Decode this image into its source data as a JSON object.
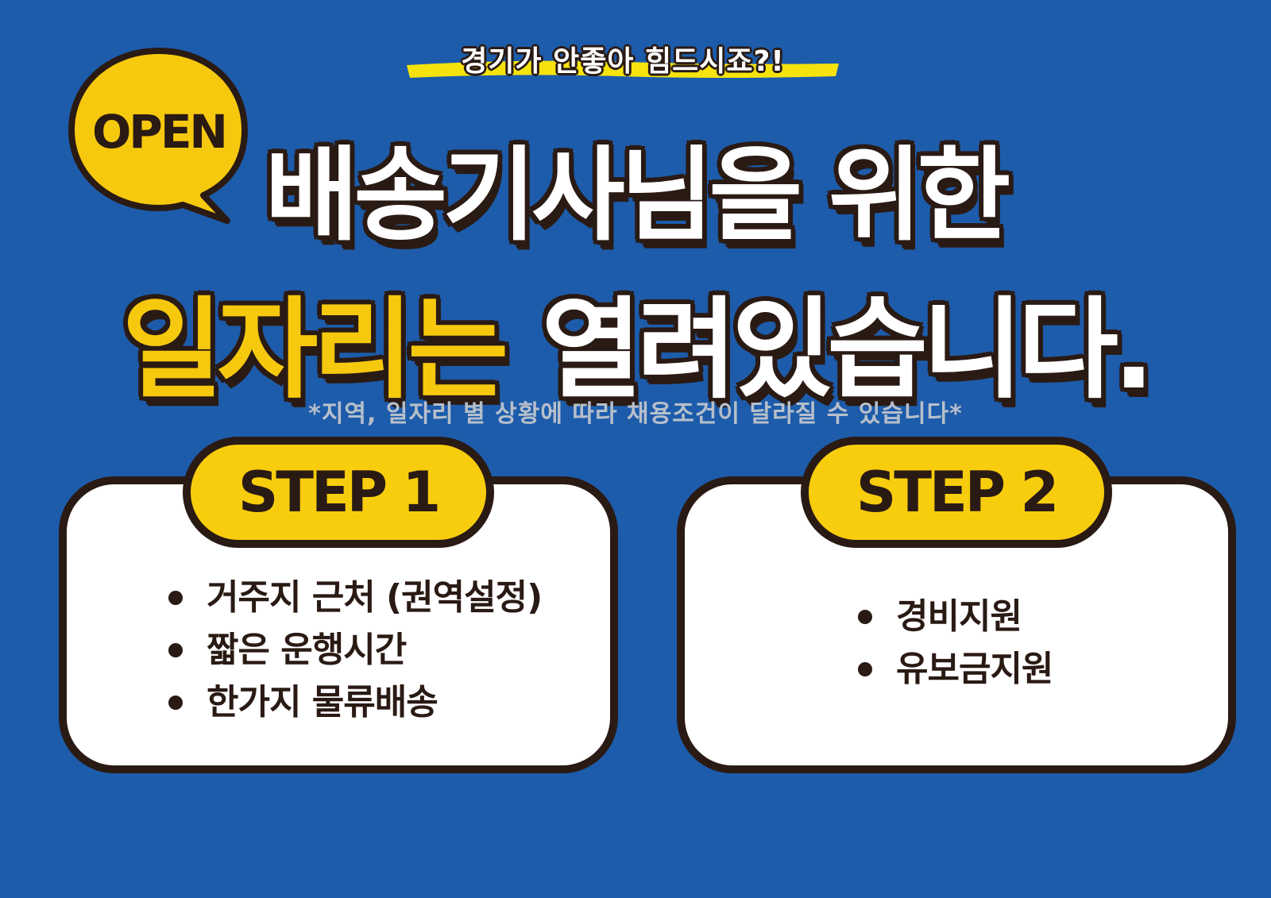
{
  "tagline": "경기가 안좋아 힘드시죠?!",
  "bubble": {
    "label": "OPEN"
  },
  "headline": {
    "line1": "배송기사님을 위한",
    "line2_highlight": "일자리는",
    "line2_rest": "열려있습니다."
  },
  "notice": "*지역, 일자리 별 상황에 따라 채용조건이 달라질 수 있습니다*",
  "steps": [
    {
      "title": "STEP 1",
      "items": [
        "거주지 근처 (권역설정)",
        "짧은 운행시간",
        "한가지 물류배송"
      ]
    },
    {
      "title": "STEP 2",
      "items": [
        "경비지원",
        "유보금지원"
      ]
    }
  ],
  "colors": {
    "background": "#1d5cab",
    "accent_yellow": "#f6c90e",
    "outline_dark": "#2a1a14",
    "card_white": "#ffffff",
    "notice_gray": "#b7bfcb"
  }
}
